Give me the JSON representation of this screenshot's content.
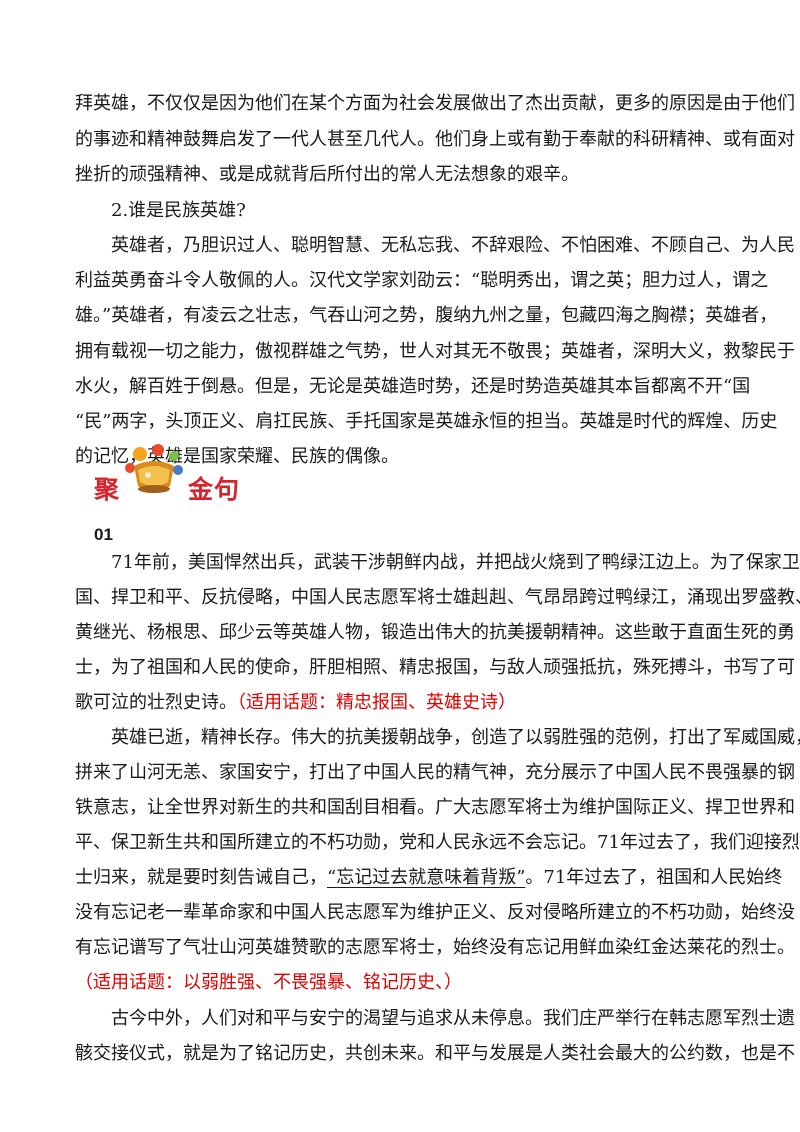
{
  "intro": {
    "lines": [
      "拜英雄，不仅仅是因为他们在某个方面为社会发展做出了杰出贡献，更多的原因是由于他们",
      "的事迹和精神鼓舞启发了一代人甚至几代人。他们身上或有勤于奉献的科研精神、或有面对",
      "挫折的顽强精神、或是成就背后所付出的常人无法想象的艰辛。"
    ]
  },
  "section2": {
    "title": "2.谁是民族英雄?",
    "lines": [
      "英雄者，乃胆识过人、聪明智慧、无私忘我、不辞艰险、不怕困难、不顾自己、为人民",
      "利益英勇奋斗令人敬佩的人。汉代文学家刘劭云：“聪明秀出，谓之英；胆力过人，谓之",
      "雄。”英雄者，有凌云之壮志，气吞山河之势，腹纳九州之量，包藏四海之胸襟；英雄者，",
      "拥有载视一切之能力，傲视群雄之气势，世人对其无不敬畏；英雄者，深明大义，救黎民于",
      "水火，解百姓于倒悬。但是，无论是英雄造时势，还是时势造英雄其本旨都离不开“国",
      "“民”两字，头顶正义、肩扛民族、手托国家是英雄永恒的担当。英雄是时代的辉煌、历史",
      "的记忆，英雄是国家荣耀、民族的偶像。"
    ]
  },
  "banner": {
    "part1": "聚",
    "part2": "金句",
    "icon": "treasure-bowl-icon",
    "color": "#d8232a"
  },
  "quote01": {
    "number": "01",
    "p1": [
      "71年前，美国悍然出兵，武装干涉朝鲜内战，并把战火烧到了鸭绿江边上。为了保家卫",
      "国、捍卫和平、反抗侵略，中国人民志愿军将士雄赳赳、气昂昂跨过鸭绿江，涌现出罗盛教、",
      "黄继光、杨根思、邱少云等英雄人物，锻造出伟大的抗美援朝精神。这些敢于直面生死的勇",
      "士，为了祖国和人民的使命，肝胆相照、精忠报国，与敌人顽强抵抗，殊死搏斗，书写了可"
    ],
    "p1_last": "歌可泣的壮烈史诗。",
    "p1_topic": "（适用话题：精忠报国、英雄史诗）",
    "p2": [
      "英雄已逝，精神长存。伟大的抗美援朝战争，创造了以弱胜强的范例，打出了军威国威，",
      "拼来了山河无恙、家国安宁，打出了中国人民的精气神，充分展示了中国人民不畏强暴的钢",
      "铁意志，让全世界对新生的共和国刮目相看。广大志愿军将士为维护国际正义、捍卫世界和",
      "平、保卫新生共和国所建立的不朽功勋，党和人民永远不会忘记。71年过去了，我们迎接烈"
    ],
    "p2_l5_a": "士归来，就是要时刻告诫自己，",
    "p2_l5_quote": "“忘记过去就意味着背叛”",
    "p2_l5_b": "。71年过去了，祖国和人民始终",
    "p2_rest": [
      "没有忘记老一辈革命家和中国人民志愿军为维护正义、反对侵略所建立的不朽功勋，始终没",
      "有忘记谱写了气壮山河英雄赞歌的志愿军将士，始终没有忘记用鲜血染红金达莱花的烈士。"
    ],
    "p2_topic": "（适用话题：以弱胜强、不畏强暴、铭记历史、）",
    "p3": [
      "古今中外，人们对和平与安宁的渴望与追求从未停息。我们庄严举行在韩志愿军烈士遗",
      "骸交接仪式，就是为了铭记历史，共创未来。和平与发展是人类社会最大的公约数，也是不"
    ]
  },
  "colors": {
    "red_text": "#e00000",
    "body_text": "#1a1a1a"
  }
}
